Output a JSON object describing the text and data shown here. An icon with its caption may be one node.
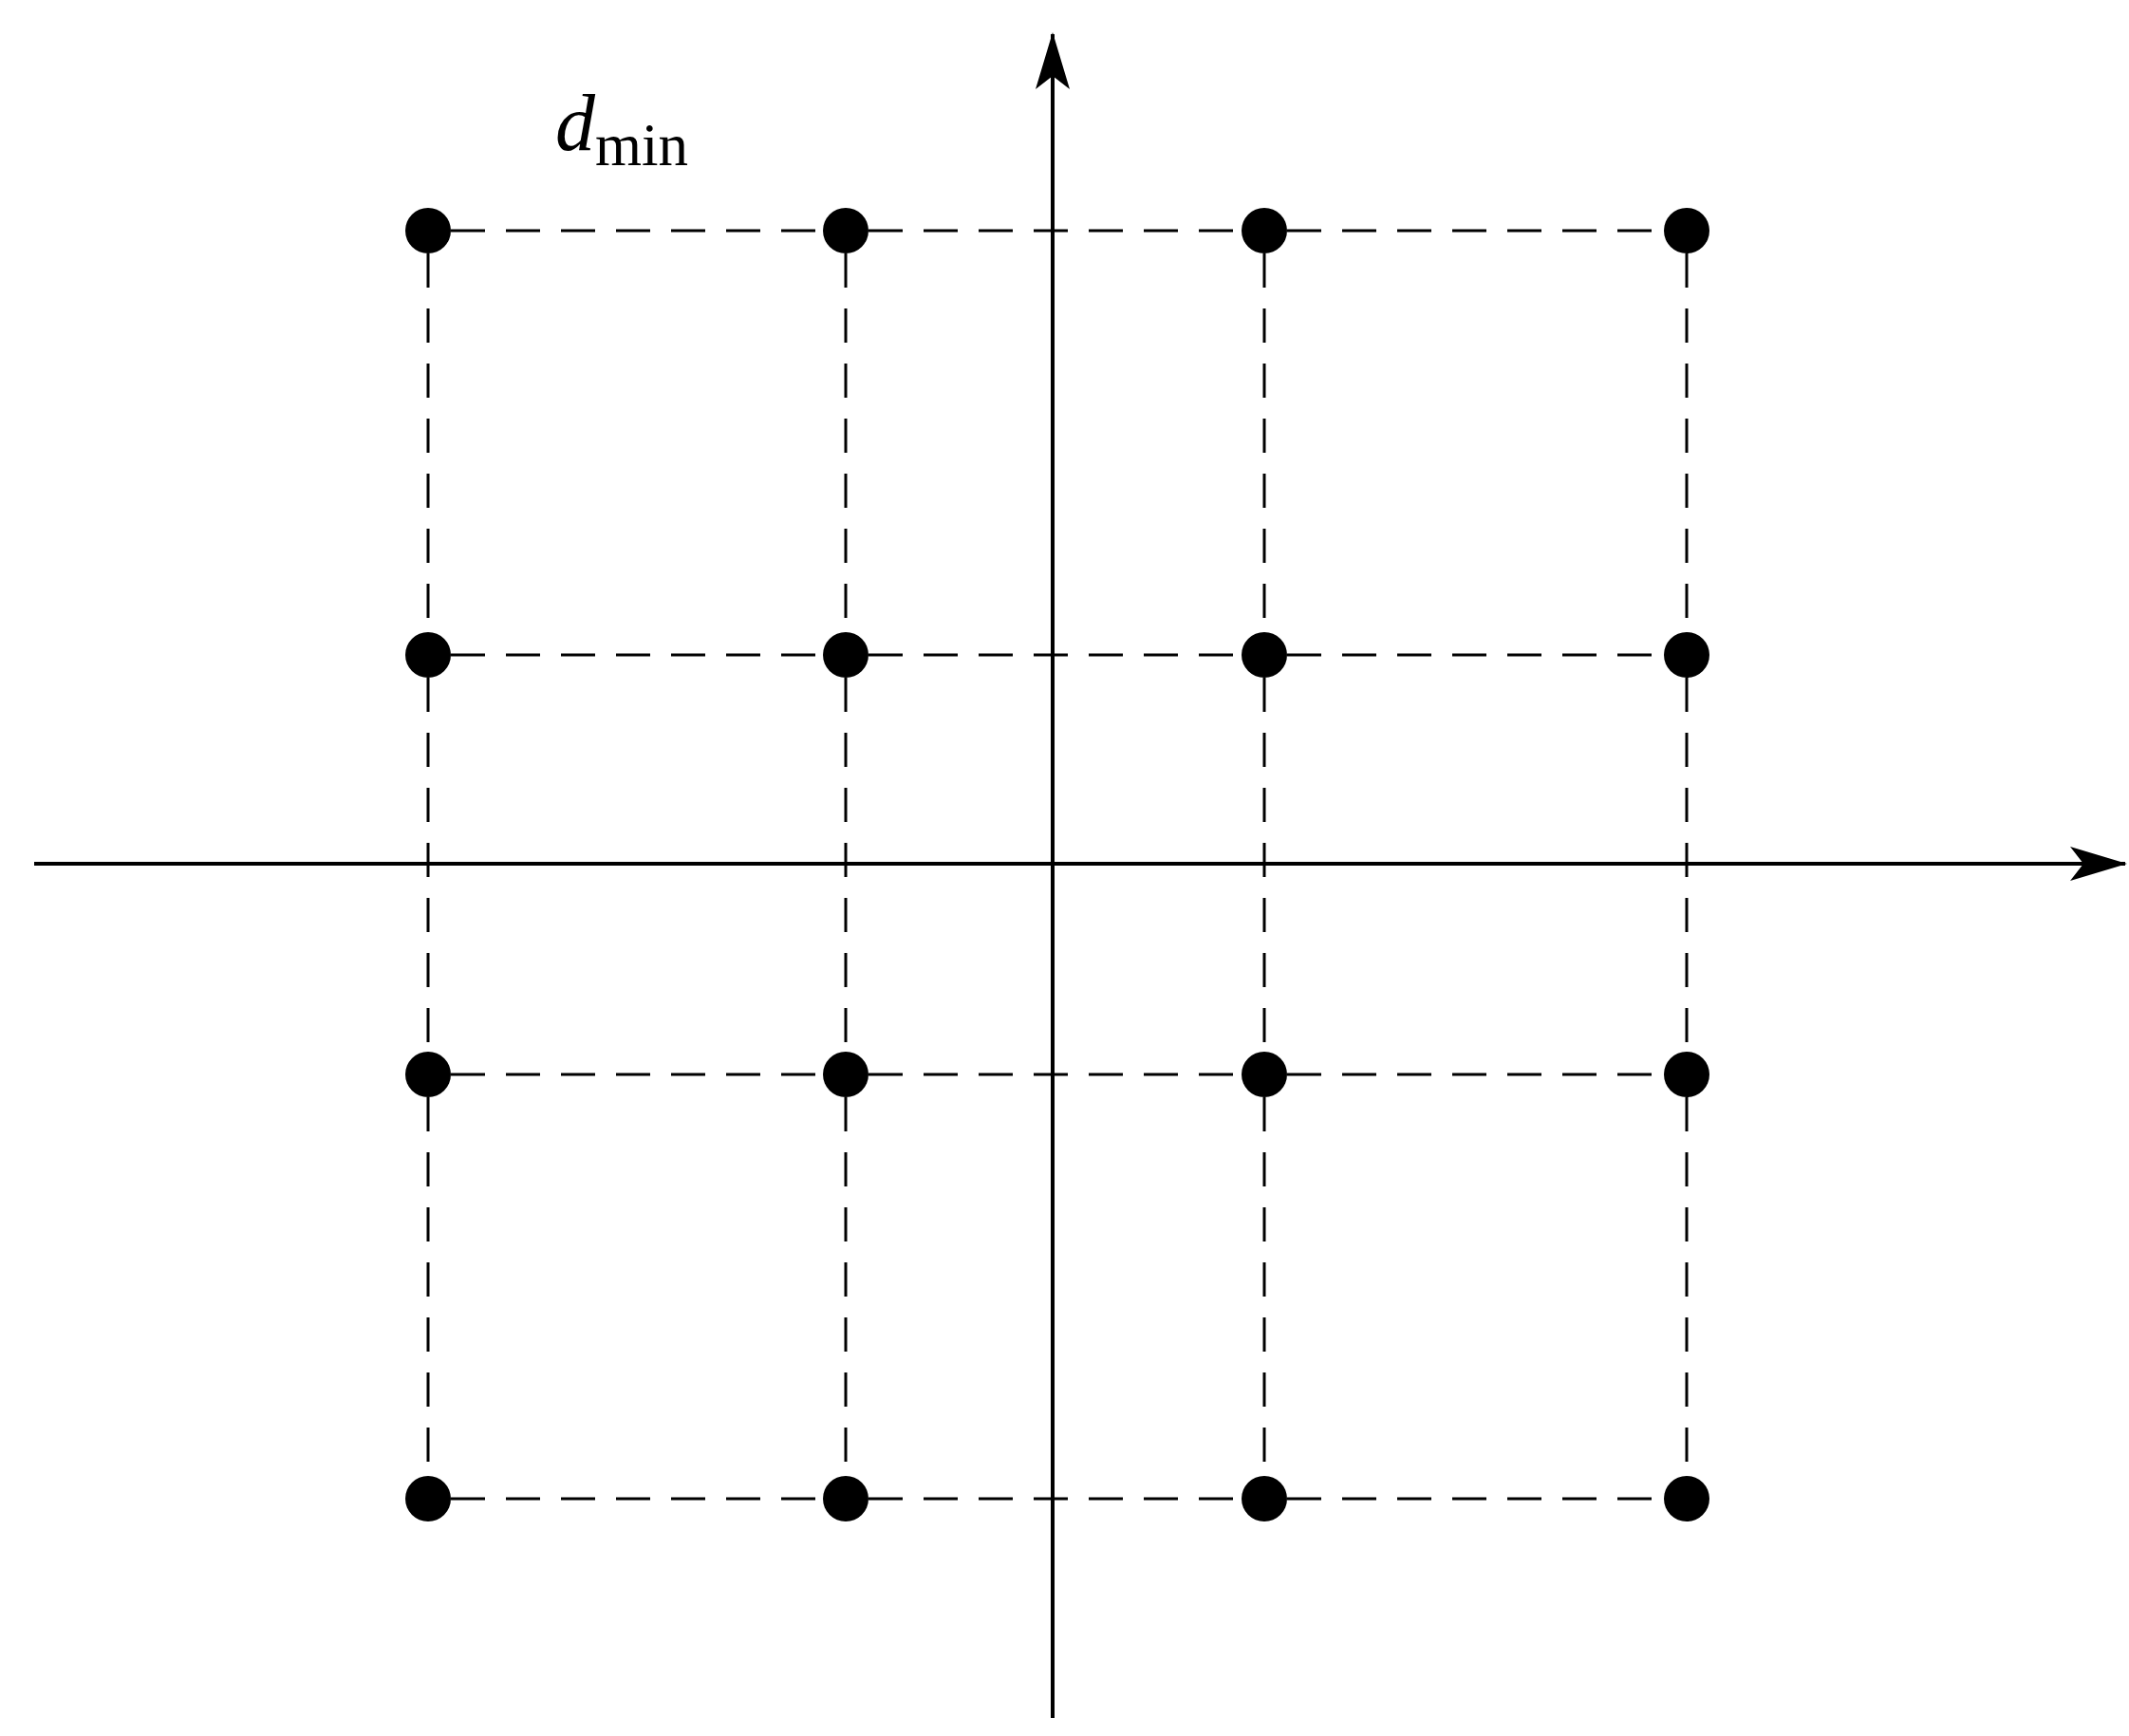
{
  "diagram": {
    "nodes": [
      {
        "text": [],
        "shape": "circle"
      },
      {
        "text": [],
        "shape": "circle"
      },
      {
        "text": [],
        "shape": "circle"
      },
      {
        "text": [],
        "shape": "circle"
      },
      {
        "text": [],
        "shape": "circle"
      },
      {
        "text": [],
        "shape": "circle"
      },
      {
        "text": [],
        "shape": "circle"
      },
      {
        "text": [],
        "shape": "circle"
      },
      {
        "text": [],
        "shape": "circle"
      },
      {
        "text": [],
        "shape": "circle"
      },
      {
        "text": [],
        "shape": "circle"
      },
      {
        "text": [],
        "shape": "circle"
      },
      {
        "text": [],
        "shape": "circle"
      },
      {
        "text": [],
        "shape": "circle"
      },
      {
        "text": [],
        "shape": "circle"
      },
      {
        "text": [],
        "shape": "circle"
      }
    ],
    "edges": [
      {
        "from": 0,
        "to": 1,
        "arrow": "none",
        "style": "dashed"
      },
      {
        "from": 1,
        "to": 2,
        "arrow": "none",
        "style": "dashed"
      },
      {
        "from": 2,
        "to": 3,
        "arrow": "none",
        "style": "dashed"
      },
      {
        "from": 4,
        "to": 5,
        "arrow": "none",
        "style": "dashed"
      },
      {
        "from": 5,
        "to": 6,
        "arrow": "none",
        "style": "dashed"
      },
      {
        "from": 6,
        "to": 7,
        "arrow": "none",
        "style": "dashed"
      },
      {
        "from": 8,
        "to": 9,
        "arrow": "none",
        "style": "dashed"
      },
      {
        "from": 9,
        "to": 10,
        "arrow": "none",
        "style": "dashed"
      },
      {
        "from": 10,
        "to": 11,
        "arrow": "none",
        "style": "dashed"
      },
      {
        "from": 12,
        "to": 13,
        "arrow": "none",
        "style": "dashed"
      },
      {
        "from": 13,
        "to": 14,
        "arrow": "none",
        "style": "dashed"
      },
      {
        "from": 14,
        "to": 15,
        "arrow": "none",
        "style": "dashed"
      },
      {
        "from": 0,
        "to": 4,
        "arrow": "none",
        "style": "dashed"
      },
      {
        "from": 4,
        "to": 8,
        "arrow": "none",
        "style": "dashed"
      },
      {
        "from": 8,
        "to": 12,
        "arrow": "none",
        "style": "dashed"
      },
      {
        "from": 1,
        "to": 5,
        "arrow": "none",
        "style": "dashed"
      },
      {
        "from": 5,
        "to": 9,
        "arrow": "none",
        "style": "dashed"
      },
      {
        "from": 9,
        "to": 13,
        "arrow": "none",
        "style": "dashed"
      },
      {
        "from": 2,
        "to": 6,
        "arrow": "none",
        "style": "dashed"
      },
      {
        "from": 6,
        "to": 10,
        "arrow": "none",
        "style": "dashed"
      },
      {
        "from": 10,
        "to": 14,
        "arrow": "none",
        "style": "dashed"
      },
      {
        "from": 3,
        "to": 7,
        "arrow": "none",
        "style": "dashed"
      },
      {
        "from": 7,
        "to": 11,
        "arrow": "none",
        "style": "dashed"
      },
      {
        "from": 11,
        "to": 15,
        "arrow": "none",
        "style": "dashed"
      }
    ],
    "labels": [
      "*d*$_{min}$"
    ]
  }
}
